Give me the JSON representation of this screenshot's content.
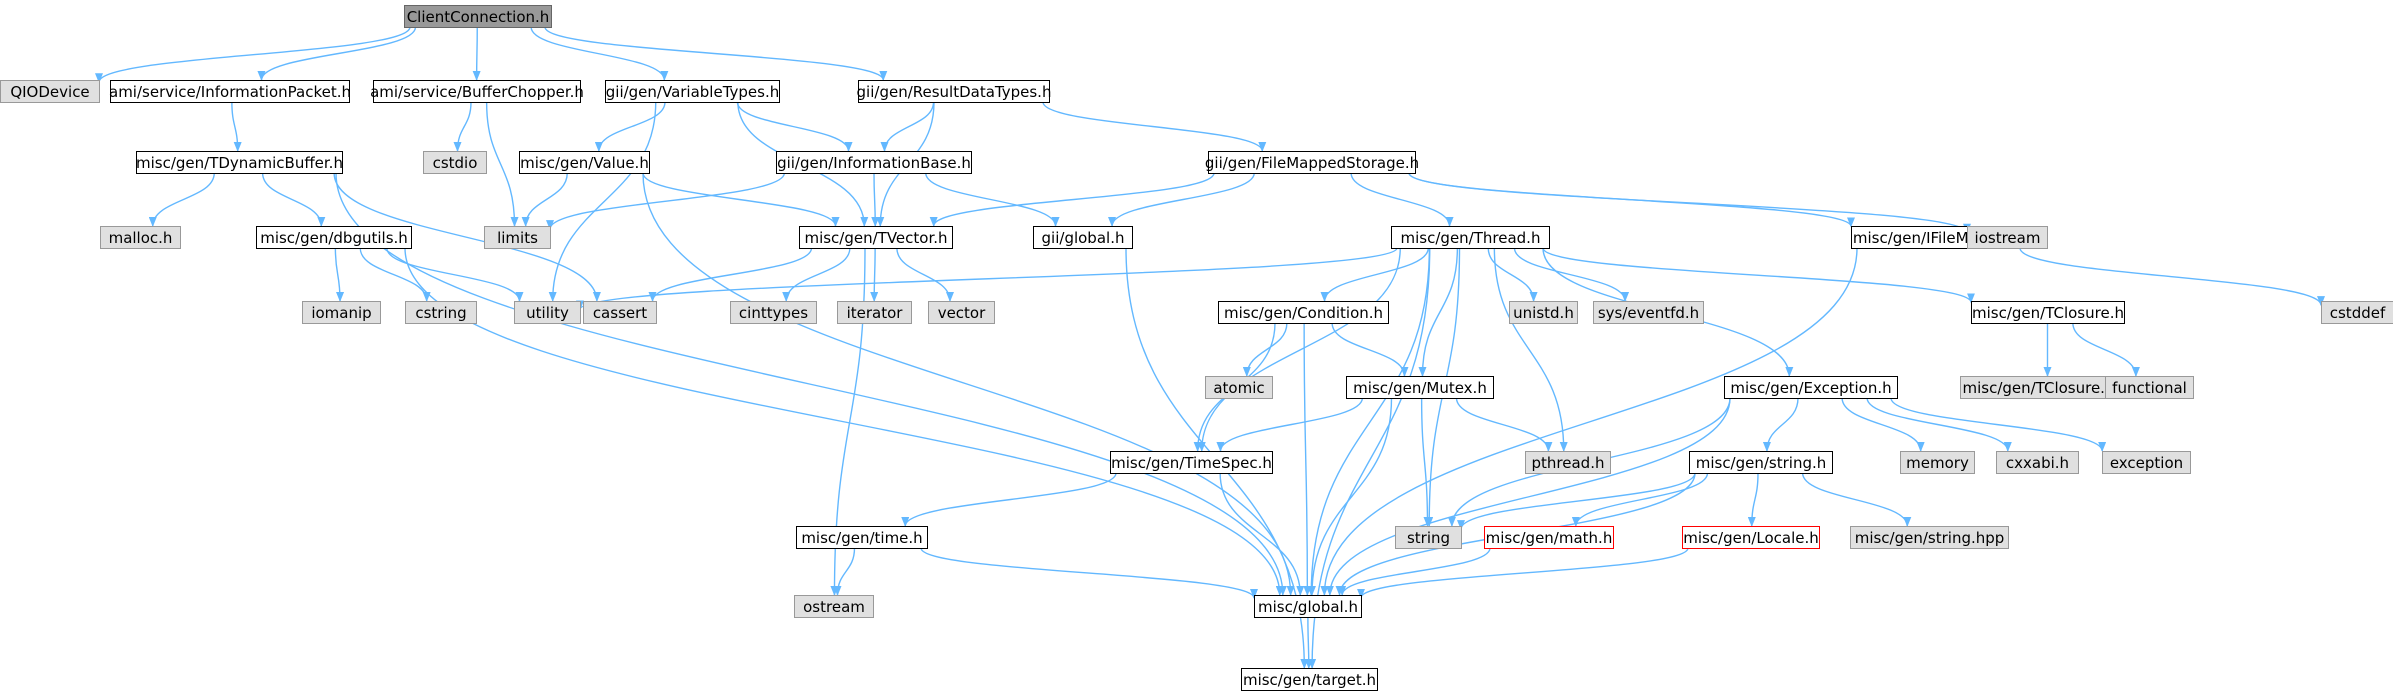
{
  "colors": {
    "edge": "#63b8ff",
    "root_fill": "#999999",
    "root_stroke": "#666666",
    "normal_fill": "#ffffff",
    "normal_stroke": "#000000",
    "system_fill": "#e0e0e0",
    "system_stroke": "#999999",
    "truncated_stroke": "#ff0000"
  },
  "nodes": [
    {
      "id": "clientconnection",
      "label": "ClientConnection.h",
      "kind": "root"
    },
    {
      "id": "qiodevice",
      "label": "QIODevice",
      "kind": "system"
    },
    {
      "id": "informationpacket",
      "label": "ami/service/InformationPacket.h",
      "kind": "normal"
    },
    {
      "id": "bufferchopper",
      "label": "ami/service/BufferChopper.h",
      "kind": "normal"
    },
    {
      "id": "variabletypes",
      "label": "gii/gen/VariableTypes.h",
      "kind": "normal"
    },
    {
      "id": "resultdatatypes",
      "label": "gii/gen/ResultDataTypes.h",
      "kind": "normal"
    },
    {
      "id": "tdynamicbuffer",
      "label": "misc/gen/TDynamicBuffer.h",
      "kind": "normal"
    },
    {
      "id": "cstdio",
      "label": "cstdio",
      "kind": "system"
    },
    {
      "id": "value",
      "label": "misc/gen/Value.h",
      "kind": "normal"
    },
    {
      "id": "informationbase",
      "label": "gii/gen/InformationBase.h",
      "kind": "normal"
    },
    {
      "id": "filemappedstorage",
      "label": "gii/gen/FileMappedStorage.h",
      "kind": "normal"
    },
    {
      "id": "malloc",
      "label": "malloc.h",
      "kind": "system"
    },
    {
      "id": "dbgutils",
      "label": "misc/gen/dbgutils.h",
      "kind": "normal"
    },
    {
      "id": "limits",
      "label": "limits",
      "kind": "system"
    },
    {
      "id": "tvector",
      "label": "misc/gen/TVector.h",
      "kind": "normal"
    },
    {
      "id": "giiglobal",
      "label": "gii/global.h",
      "kind": "normal"
    },
    {
      "id": "thread",
      "label": "misc/gen/Thread.h",
      "kind": "normal"
    },
    {
      "id": "ifilemapper",
      "label": "misc/gen/IFileMapper.h",
      "kind": "normal"
    },
    {
      "id": "iostream",
      "label": "iostream",
      "kind": "system"
    },
    {
      "id": "cstddef",
      "label": "cstddef",
      "kind": "system"
    },
    {
      "id": "iomanip",
      "label": "iomanip",
      "kind": "system"
    },
    {
      "id": "cstring",
      "label": "cstring",
      "kind": "system"
    },
    {
      "id": "utility",
      "label": "utility",
      "kind": "system"
    },
    {
      "id": "cassert",
      "label": "cassert",
      "kind": "system"
    },
    {
      "id": "cinttypes",
      "label": "cinttypes",
      "kind": "system"
    },
    {
      "id": "iterator",
      "label": "iterator",
      "kind": "system"
    },
    {
      "id": "vector",
      "label": "vector",
      "kind": "system"
    },
    {
      "id": "condition",
      "label": "misc/gen/Condition.h",
      "kind": "normal"
    },
    {
      "id": "unistd",
      "label": "unistd.h",
      "kind": "system"
    },
    {
      "id": "eventfd",
      "label": "sys/eventfd.h",
      "kind": "system"
    },
    {
      "id": "tclosure",
      "label": "misc/gen/TClosure.h",
      "kind": "normal"
    },
    {
      "id": "atomic",
      "label": "atomic",
      "kind": "system"
    },
    {
      "id": "mutex",
      "label": "misc/gen/Mutex.h",
      "kind": "normal"
    },
    {
      "id": "tclosurehpp",
      "label": "misc/gen/TClosure.hpp",
      "kind": "system"
    },
    {
      "id": "functional",
      "label": "functional",
      "kind": "system"
    },
    {
      "id": "exception",
      "label": "misc/gen/Exception.h",
      "kind": "normal"
    },
    {
      "id": "timespec",
      "label": "misc/gen/TimeSpec.h",
      "kind": "normal"
    },
    {
      "id": "pthread",
      "label": "pthread.h",
      "kind": "system"
    },
    {
      "id": "memory",
      "label": "memory",
      "kind": "system"
    },
    {
      "id": "cxxabi",
      "label": "cxxabi.h",
      "kind": "system"
    },
    {
      "id": "stdexception",
      "label": "exception",
      "kind": "system"
    },
    {
      "id": "miscstring",
      "label": "misc/gen/string.h",
      "kind": "normal"
    },
    {
      "id": "time",
      "label": "misc/gen/time.h",
      "kind": "normal"
    },
    {
      "id": "string",
      "label": "string",
      "kind": "system"
    },
    {
      "id": "math",
      "label": "misc/gen/math.h",
      "kind": "truncated"
    },
    {
      "id": "locale",
      "label": "misc/gen/Locale.h",
      "kind": "truncated"
    },
    {
      "id": "stringhpp",
      "label": "misc/gen/string.hpp",
      "kind": "system"
    },
    {
      "id": "ostream",
      "label": "ostream",
      "kind": "system"
    },
    {
      "id": "miscglobal",
      "label": "misc/global.h",
      "kind": "normal"
    },
    {
      "id": "target",
      "label": "misc/gen/target.h",
      "kind": "normal"
    }
  ],
  "edges": [
    [
      "clientconnection",
      "qiodevice"
    ],
    [
      "clientconnection",
      "informationpacket"
    ],
    [
      "clientconnection",
      "bufferchopper"
    ],
    [
      "clientconnection",
      "variabletypes"
    ],
    [
      "clientconnection",
      "resultdatatypes"
    ],
    [
      "informationpacket",
      "tdynamicbuffer"
    ],
    [
      "bufferchopper",
      "cstdio"
    ],
    [
      "bufferchopper",
      "limits"
    ],
    [
      "variabletypes",
      "value"
    ],
    [
      "variabletypes",
      "informationbase"
    ],
    [
      "variabletypes",
      "tvector"
    ],
    [
      "variabletypes",
      "utility"
    ],
    [
      "resultdatatypes",
      "informationbase"
    ],
    [
      "resultdatatypes",
      "tvector"
    ],
    [
      "resultdatatypes",
      "filemappedstorage"
    ],
    [
      "tdynamicbuffer",
      "malloc"
    ],
    [
      "tdynamicbuffer",
      "dbgutils"
    ],
    [
      "tdynamicbuffer",
      "cassert"
    ],
    [
      "tdynamicbuffer",
      "miscglobal"
    ],
    [
      "value",
      "limits"
    ],
    [
      "value",
      "tvector"
    ],
    [
      "value",
      "miscglobal"
    ],
    [
      "informationbase",
      "limits"
    ],
    [
      "informationbase",
      "tvector"
    ],
    [
      "informationbase",
      "giiglobal"
    ],
    [
      "filemappedstorage",
      "tvector"
    ],
    [
      "filemappedstorage",
      "giiglobal"
    ],
    [
      "filemappedstorage",
      "thread"
    ],
    [
      "filemappedstorage",
      "ifilemapper"
    ],
    [
      "filemappedstorage",
      "iostream"
    ],
    [
      "dbgutils",
      "iomanip"
    ],
    [
      "dbgutils",
      "cstring"
    ],
    [
      "dbgutils",
      "utility"
    ],
    [
      "dbgutils",
      "miscglobal"
    ],
    [
      "tvector",
      "cassert"
    ],
    [
      "tvector",
      "cinttypes"
    ],
    [
      "tvector",
      "iterator"
    ],
    [
      "tvector",
      "vector"
    ],
    [
      "tvector",
      "ostream"
    ],
    [
      "giiglobal",
      "target"
    ],
    [
      "thread",
      "utility"
    ],
    [
      "thread",
      "condition"
    ],
    [
      "thread",
      "unistd"
    ],
    [
      "thread",
      "eventfd"
    ],
    [
      "thread",
      "tclosure"
    ],
    [
      "thread",
      "mutex"
    ],
    [
      "thread",
      "exception"
    ],
    [
      "thread",
      "timespec"
    ],
    [
      "thread",
      "pthread"
    ],
    [
      "thread",
      "string"
    ],
    [
      "thread",
      "miscglobal"
    ],
    [
      "thread",
      "target"
    ],
    [
      "ifilemapper",
      "cstddef"
    ],
    [
      "ifilemapper",
      "miscglobal"
    ],
    [
      "condition",
      "atomic"
    ],
    [
      "condition",
      "mutex"
    ],
    [
      "condition",
      "timespec"
    ],
    [
      "condition",
      "miscglobal"
    ],
    [
      "tclosure",
      "tclosurehpp"
    ],
    [
      "tclosure",
      "functional"
    ],
    [
      "mutex",
      "timespec"
    ],
    [
      "mutex",
      "pthread"
    ],
    [
      "mutex",
      "string"
    ],
    [
      "mutex",
      "miscglobal"
    ],
    [
      "exception",
      "memory"
    ],
    [
      "exception",
      "cxxabi"
    ],
    [
      "exception",
      "stdexception"
    ],
    [
      "exception",
      "miscstring"
    ],
    [
      "exception",
      "string"
    ],
    [
      "exception",
      "miscglobal"
    ],
    [
      "timespec",
      "time"
    ],
    [
      "timespec",
      "miscglobal"
    ],
    [
      "miscstring",
      "string"
    ],
    [
      "miscstring",
      "math"
    ],
    [
      "miscstring",
      "locale"
    ],
    [
      "miscstring",
      "stringhpp"
    ],
    [
      "miscstring",
      "miscglobal"
    ],
    [
      "time",
      "ostream"
    ],
    [
      "time",
      "miscglobal"
    ],
    [
      "math",
      "miscglobal"
    ],
    [
      "locale",
      "miscglobal"
    ],
    [
      "miscglobal",
      "target"
    ]
  ]
}
